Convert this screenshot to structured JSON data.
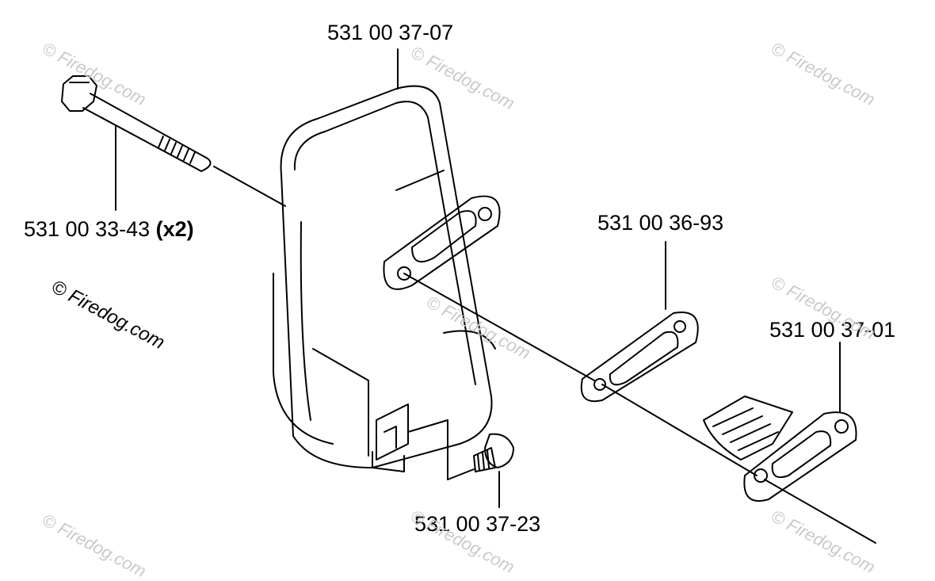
{
  "parts": {
    "muffler": "531 00 37-07",
    "bolt": "531 00 33-43",
    "bolt_qty": "(x2)",
    "gasket": "531 00 36-93",
    "spark_screen": "531 00 37-01",
    "screw": "531 00 37-23"
  },
  "watermark": {
    "text": "© Firedog.com"
  },
  "colors": {
    "line": "#000000",
    "watermark": "#c9c9c9",
    "background": "#ffffff"
  }
}
